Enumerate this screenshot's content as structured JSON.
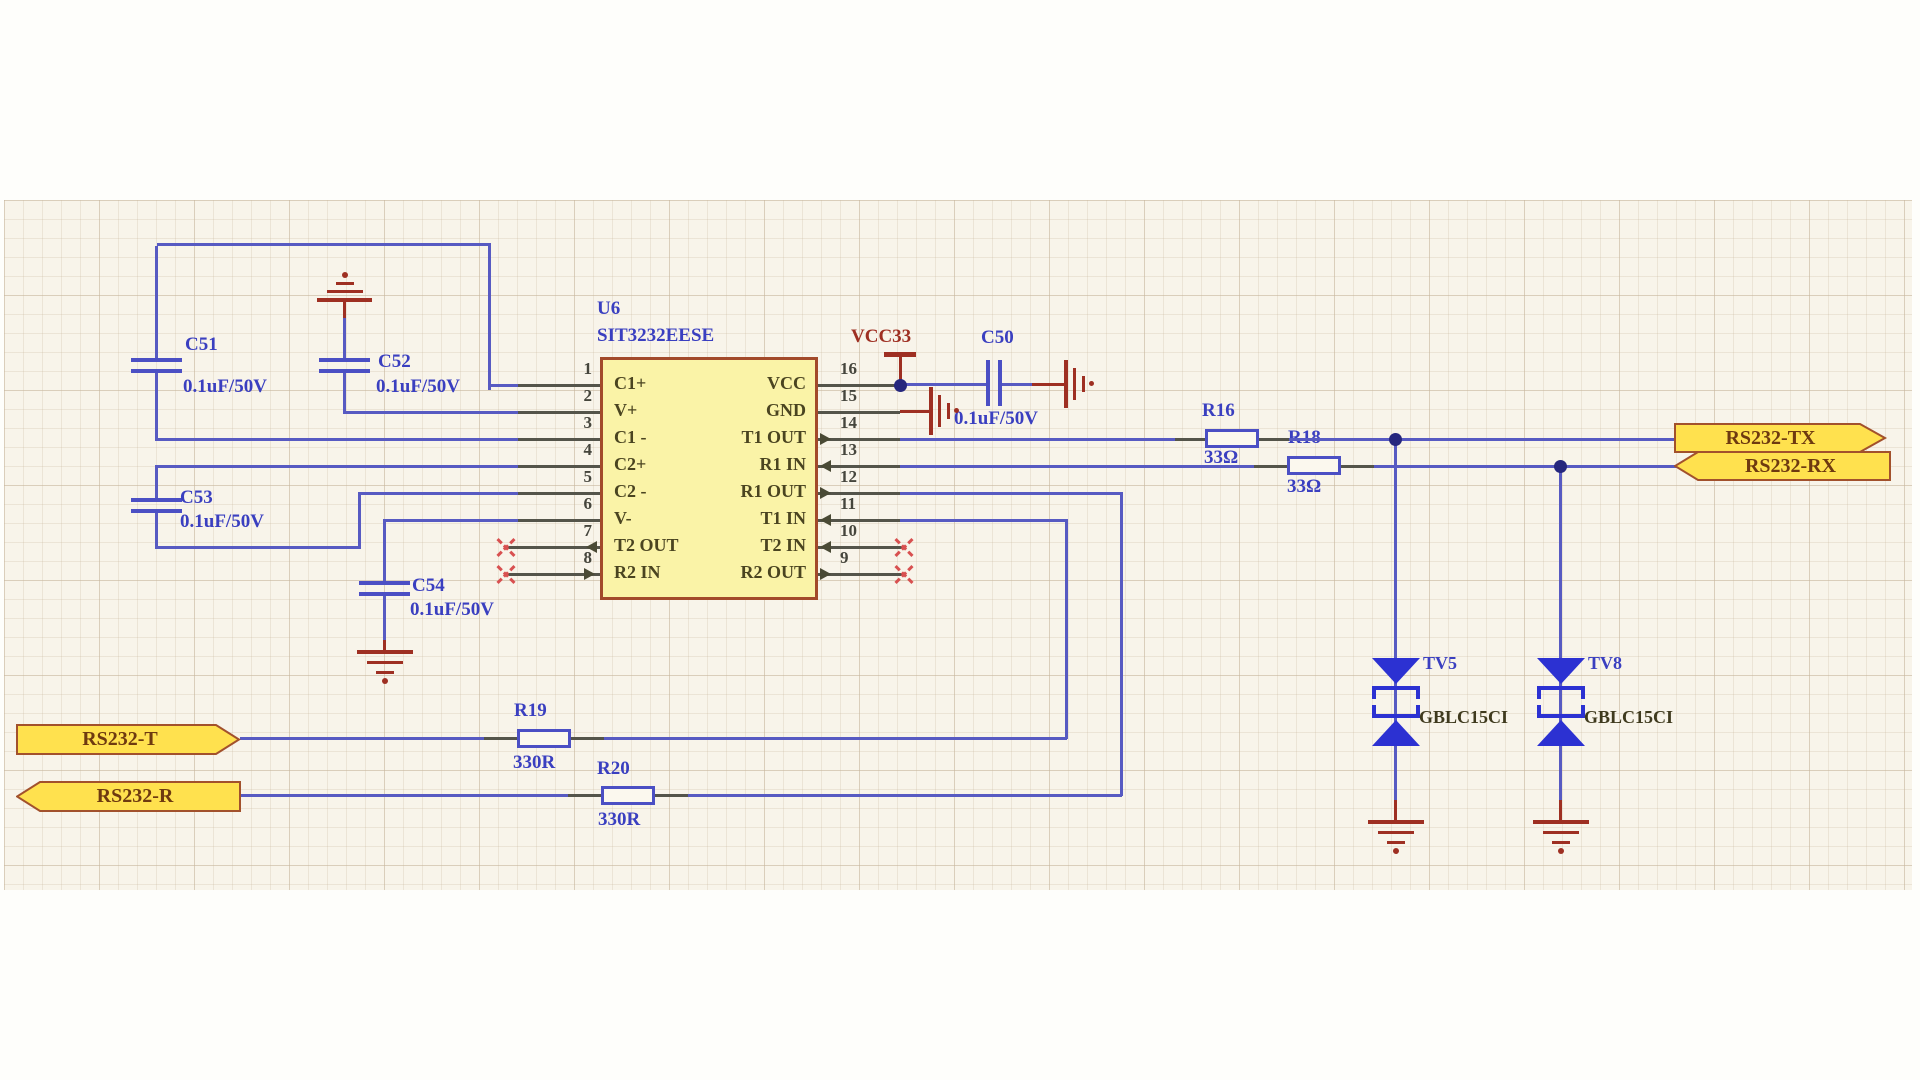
{
  "chip": {
    "designator": "U6",
    "part": "SIT3232EESE",
    "pins_left": [
      {
        "num": "1",
        "name": "C1+"
      },
      {
        "num": "2",
        "name": "V+"
      },
      {
        "num": "3",
        "name": "C1 -"
      },
      {
        "num": "4",
        "name": "C2+"
      },
      {
        "num": "5",
        "name": "C2 -"
      },
      {
        "num": "6",
        "name": "V-"
      },
      {
        "num": "7",
        "name": "T2 OUT"
      },
      {
        "num": "8",
        "name": "R2 IN"
      }
    ],
    "pins_right": [
      {
        "num": "16",
        "name": "VCC"
      },
      {
        "num": "15",
        "name": "GND"
      },
      {
        "num": "14",
        "name": "T1 OUT"
      },
      {
        "num": "13",
        "name": "R1 IN"
      },
      {
        "num": "12",
        "name": "R1 OUT"
      },
      {
        "num": "11",
        "name": "T1 IN"
      },
      {
        "num": "10",
        "name": "T2 IN"
      },
      {
        "num": "9",
        "name": "R2 OUT"
      }
    ]
  },
  "capacitors": [
    {
      "ref": "C50",
      "value": "0.1uF/50V"
    },
    {
      "ref": "C51",
      "value": "0.1uF/50V"
    },
    {
      "ref": "C52",
      "value": "0.1uF/50V"
    },
    {
      "ref": "C53",
      "value": "0.1uF/50V"
    },
    {
      "ref": "C54",
      "value": "0.1uF/50V"
    }
  ],
  "resistors": [
    {
      "ref": "R16",
      "value": "33Ω"
    },
    {
      "ref": "R18",
      "value": "33Ω"
    },
    {
      "ref": "R19",
      "value": "330R"
    },
    {
      "ref": "R20",
      "value": "330R"
    }
  ],
  "tvs_diodes": [
    {
      "ref": "TV5",
      "part": "GBLC15CI"
    },
    {
      "ref": "TV8",
      "part": "GBLC15CI"
    }
  ],
  "ports": {
    "tx": "RS232-TX",
    "rx": "RS232-RX",
    "t": "RS232-T",
    "r": "RS232-R"
  },
  "power": {
    "vcc": "VCC33"
  },
  "colors": {
    "wire": "#575AC2",
    "power_red": "#9E2F22",
    "component_fill": "#FAF3A7",
    "component_border": "#A24A2A",
    "port_fill": "#FFE14E",
    "label_blue": "#3A3FC0",
    "tvs_blue": "#2C31D2"
  }
}
